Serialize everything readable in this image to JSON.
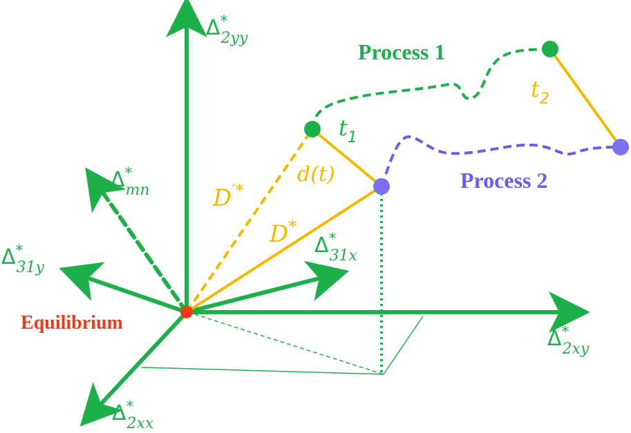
{
  "colors": {
    "green": "#1db04a",
    "yellow": "#f5b800",
    "purple": "#6b5cf0",
    "red": "#f03a16",
    "point_purple": "#7a72f2"
  },
  "axes": {
    "delta": "Δ",
    "star": "*",
    "d2yy_sub": "2yy",
    "mn_sub": "mn",
    "d31y_sub": "31y",
    "d31x_sub": "31x",
    "d2xy_sub": "2xy",
    "d2xx_sub": "2xx"
  },
  "labels": {
    "equilibrium": "Equilibrium",
    "process1": "Process 1",
    "process2": "Process 2",
    "t1_base": "t",
    "t1_sub": "1",
    "t2_base": "t",
    "t2_sub": "2",
    "dt": "d(t)",
    "D_prime_star_base": "D",
    "D_prime_star_sup": "′*",
    "D_star_base": "D",
    "D_star_sup": "*"
  }
}
